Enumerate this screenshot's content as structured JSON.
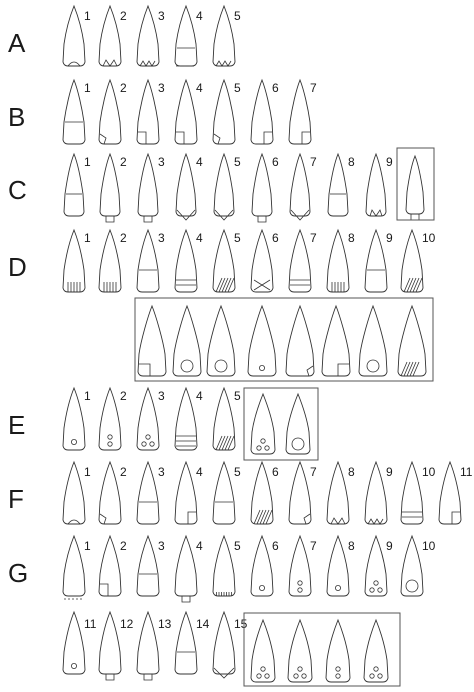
{
  "rows": [
    {
      "label": "A",
      "numbers": [
        "1",
        "2",
        "3",
        "4",
        "5"
      ]
    },
    {
      "label": "B",
      "numbers": [
        "1",
        "2",
        "3",
        "4",
        "5",
        "6",
        "7"
      ]
    },
    {
      "label": "C",
      "numbers": [
        "1",
        "2",
        "3",
        "4",
        "5",
        "6",
        "7",
        "8",
        "9"
      ]
    },
    {
      "label": "D",
      "numbers": [
        "1",
        "2",
        "3",
        "4",
        "5",
        "6",
        "7",
        "8",
        "9",
        "10"
      ]
    },
    {
      "label": "E",
      "numbers": [
        "1",
        "2",
        "3",
        "4",
        "5"
      ]
    },
    {
      "label": "F",
      "numbers": [
        "1",
        "2",
        "3",
        "4",
        "5",
        "6",
        "7",
        "8",
        "9",
        "10",
        "11"
      ]
    },
    {
      "label": "G",
      "numbers": [
        "1",
        "2",
        "3",
        "4",
        "5",
        "6",
        "7",
        "8",
        "9",
        "10",
        "11",
        "12",
        "13",
        "14",
        "15"
      ]
    }
  ],
  "colors": {
    "line": "#333333",
    "background": "#ffffff",
    "box": "#555555"
  }
}
